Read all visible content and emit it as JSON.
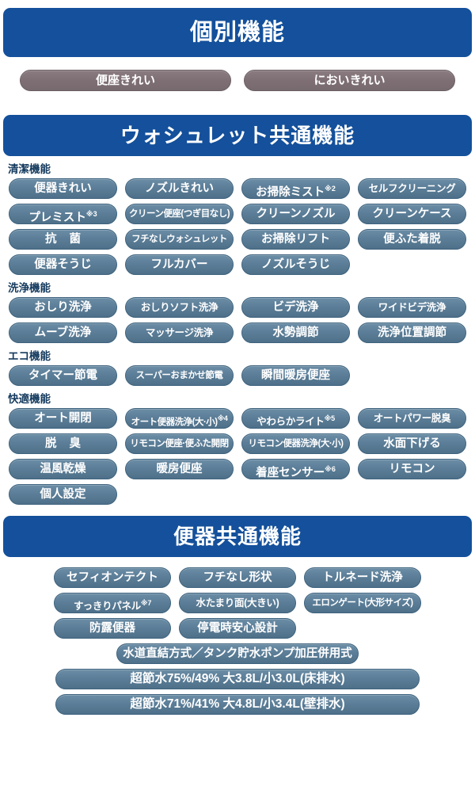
{
  "sections": {
    "individual": {
      "banner": "個別機能",
      "pills": [
        {
          "label": "便座きれい"
        },
        {
          "label": "においきれい"
        }
      ]
    },
    "washlet": {
      "banner": "ウォシュレット共通機能",
      "categories": [
        {
          "label": "清潔機能",
          "rows": [
            [
              {
                "label": "便器きれい"
              },
              {
                "label": "ノズルきれい"
              },
              {
                "label": "お掃除ミスト",
                "sup": "※2"
              },
              {
                "label": "セルフクリーニング",
                "style": "tight"
              }
            ],
            [
              {
                "label": "プレミスト",
                "sup": "※3"
              },
              {
                "label": "クリーン便座(つぎ目なし)",
                "style": "tighter"
              },
              {
                "label": "クリーンノズル"
              },
              {
                "label": "クリーンケース"
              }
            ],
            [
              {
                "label": "抗 菌",
                "style": "wide-sp"
              },
              {
                "label": "フチなしウォシュレット",
                "style": "tighter"
              },
              {
                "label": "お掃除リフト"
              },
              {
                "label": "便ふた着脱"
              }
            ],
            [
              {
                "label": "便器そうじ"
              },
              {
                "label": "フルカバー"
              },
              {
                "label": "ノズルそうじ"
              },
              {
                "label": "",
                "empty": true
              }
            ]
          ]
        },
        {
          "label": "洗浄機能",
          "rows": [
            [
              {
                "label": "おしり洗浄"
              },
              {
                "label": "おしりソフト洗浄",
                "style": "tight"
              },
              {
                "label": "ビデ洗浄"
              },
              {
                "label": "ワイドビデ洗浄",
                "style": "tight"
              }
            ],
            [
              {
                "label": "ムーブ洗浄"
              },
              {
                "label": "マッサージ洗浄",
                "style": "tight"
              },
              {
                "label": "水勢調節"
              },
              {
                "label": "洗浄位置調節"
              }
            ]
          ]
        },
        {
          "label": "エコ機能",
          "rows": [
            [
              {
                "label": "タイマー節電"
              },
              {
                "label": "スーパーおまかせ節電",
                "style": "tighter"
              },
              {
                "label": "瞬間暖房便座"
              },
              {
                "label": "",
                "empty": true
              }
            ]
          ]
        },
        {
          "label": "快適機能",
          "rows": [
            [
              {
                "label": "オート開閉"
              },
              {
                "label": "オート便器洗浄(大·小)",
                "sup": "※4",
                "style": "tighter"
              },
              {
                "label": "やわらかライト",
                "sup": "※5",
                "style": "tight"
              },
              {
                "label": "オートパワー脱臭",
                "style": "tight"
              }
            ],
            [
              {
                "label": "脱 臭",
                "style": "wide-sp"
              },
              {
                "label": "リモコン便座·便ふた開閉",
                "style": "tighter"
              },
              {
                "label": "リモコン便器洗浄(大·小)",
                "style": "tighter"
              },
              {
                "label": "水面下げる"
              }
            ],
            [
              {
                "label": "温風乾燥"
              },
              {
                "label": "暖房便座"
              },
              {
                "label": "着座センサー",
                "sup": "※6"
              },
              {
                "label": "リモコン"
              }
            ],
            [
              {
                "label": "個人設定"
              },
              {
                "label": "",
                "empty": true
              },
              {
                "label": "",
                "empty": true
              },
              {
                "label": "",
                "empty": true
              }
            ]
          ]
        }
      ]
    },
    "bowl": {
      "banner": "便器共通機能",
      "rows3": [
        [
          {
            "label": "セフィオンテクト"
          },
          {
            "label": "フチなし形状"
          },
          {
            "label": "トルネード洗浄"
          }
        ],
        [
          {
            "label": "すっきりパネル",
            "sup": "※7",
            "style": "tight"
          },
          {
            "label": "水たまり面(大きい)",
            "style": "tight"
          },
          {
            "label": "エロンゲート(大形サイズ)",
            "style": "tighter"
          }
        ],
        [
          {
            "label": "防露便器"
          },
          {
            "label": "停電時安心設計"
          },
          {
            "label": "",
            "empty": true
          }
        ]
      ],
      "wide_rows": [
        {
          "label": "水道直結方式／タンク貯水ポンプ加圧併用式",
          "size": "normal"
        },
        {
          "label": "超節水75%/49% 大3.8L/小3.0L(床排水)",
          "size": "xl"
        },
        {
          "label": "超節水71%/41% 大4.8L/小3.4L(壁排水)",
          "size": "xl"
        }
      ]
    }
  },
  "colors": {
    "banner_blue": "#14509b",
    "pill_blue": "#5b7d97",
    "pill_mauve": "#7e6f74",
    "label_navy": "#143a5e"
  }
}
